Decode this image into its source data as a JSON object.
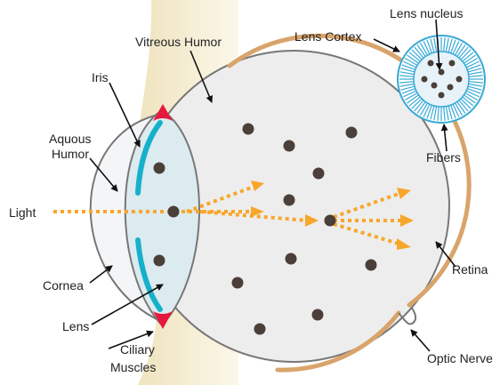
{
  "labels": {
    "vitreous_humor": "Vitreous Humor",
    "iris": "Iris",
    "aquous_humor_line1": "Aquous",
    "aquous_humor_line2": "Humor",
    "light": "Light",
    "cornea": "Cornea",
    "lens": "Lens",
    "ciliary_line1": "Ciliary",
    "ciliary_line2": "Muscles",
    "lens_nucleus": "Lens nucleus",
    "lens_cortex": "Lens Cortex",
    "fibers": "Fibers",
    "retina": "Retina",
    "optic_nerve": "Optic Nerve"
  },
  "colors": {
    "eyeball_fill": "#ededed",
    "outline": "#777777",
    "cornea_fill": "#f4f5f7",
    "lens_fill": "#dcebef",
    "iris": "#17b0cb",
    "ciliary": "#e5193e",
    "retina": "#d9a46b",
    "light_rays": "#f8a62b",
    "dots": "#4a4039",
    "shadow": "#f4eccf",
    "lens_detail_stroke": "#38a9d6",
    "lens_detail_fill": "#e7f3f8"
  }
}
